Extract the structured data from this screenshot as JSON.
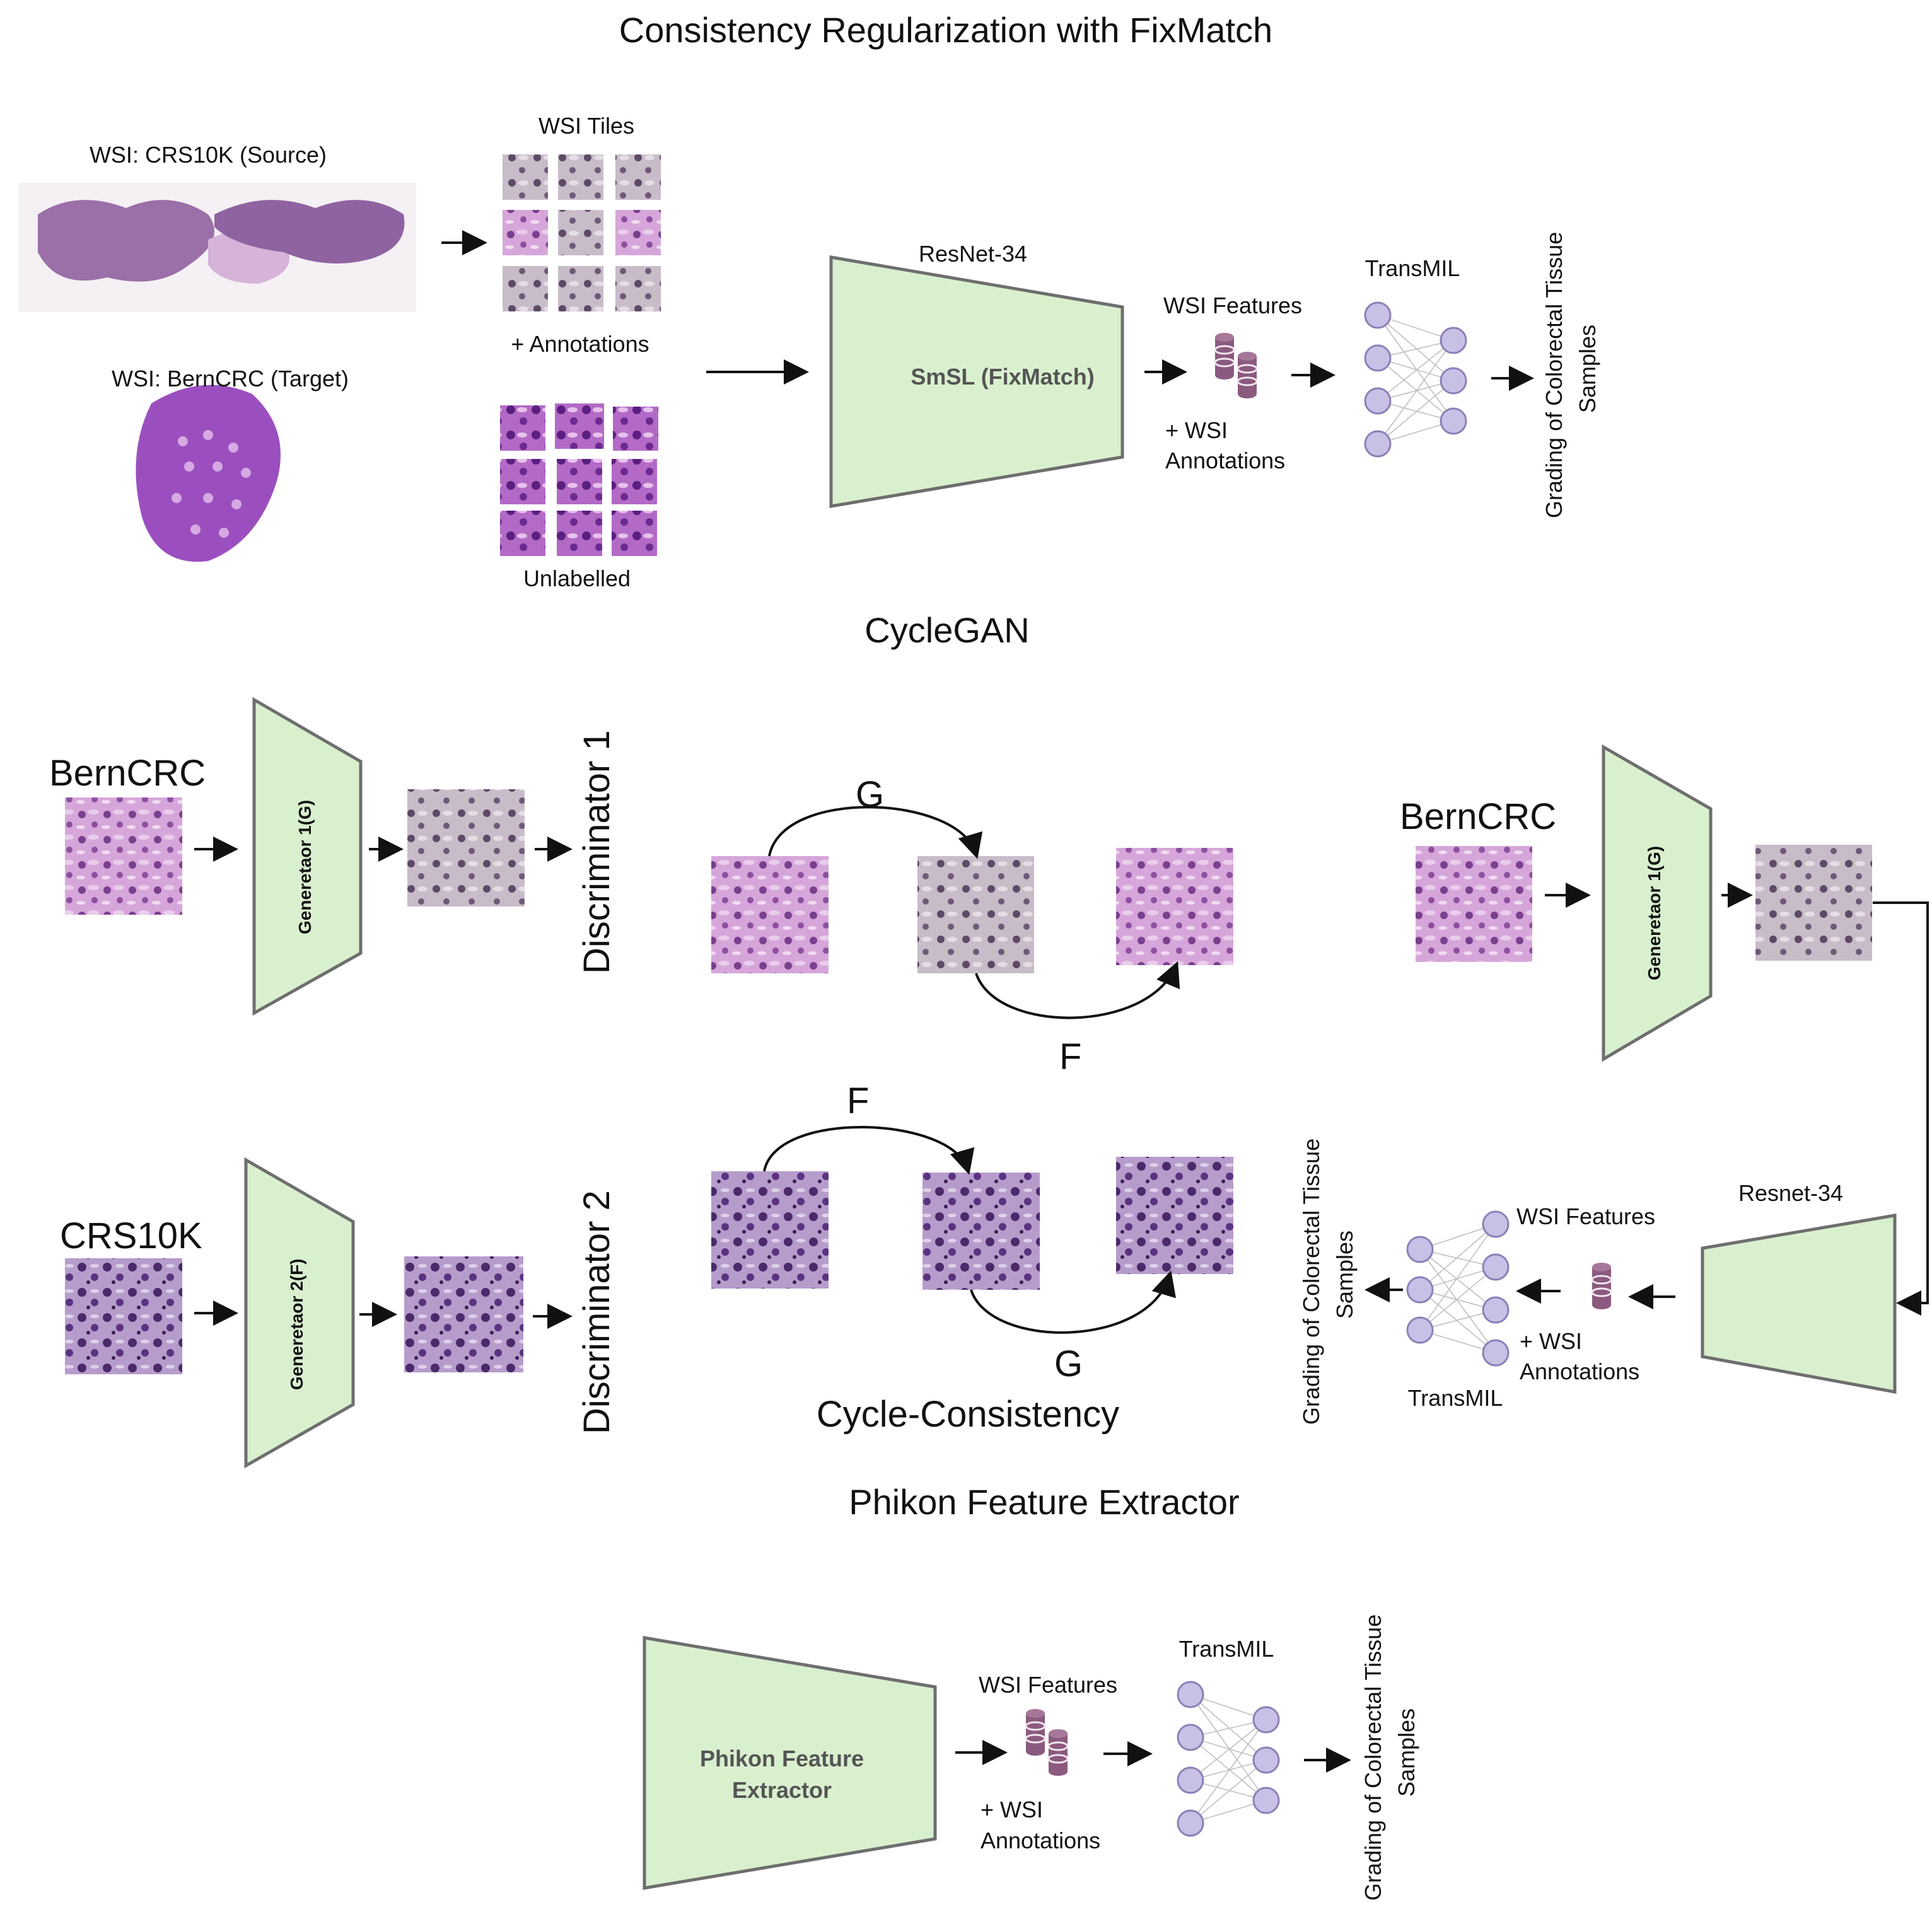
{
  "sections": {
    "fixmatch_title": "Consistency Regularization with FixMatch",
    "cyclegan_title": "CycleGAN",
    "phikon_title": "Phikon Feature Extractor"
  },
  "fixmatch": {
    "source_label": "WSI: CRS10K (Source)",
    "target_label": "WSI: BernCRC (Target)",
    "tiles_label": "WSI Tiles",
    "annotations_label": "+ Annotations",
    "unlabelled_label": "Unlabelled",
    "backbone_label": "ResNet-34",
    "model_label": "SmSL (FixMatch)",
    "features_label": "WSI Features",
    "wsi_annot_line1": "+ WSI",
    "wsi_annot_line2": "Annotations",
    "mil_label": "TransMIL",
    "output_line1": "Grading of Colorectal Tissue",
    "output_line2": "Samples"
  },
  "cyclegan": {
    "bern_label": "BernCRC",
    "crs_label": "CRS10K",
    "generator1_label": "Generetaor 1(G)",
    "generator2_label": "Generetaor 2(F)",
    "discriminator1_label": "Discriminator 1",
    "discriminator2_label": "Discriminator 2",
    "g_top": "G",
    "f_bottom": "F",
    "f_top": "F",
    "g_bottom": "G",
    "cycle_label": "Cycle-Consistency",
    "right_bern_label": "BernCRC",
    "right_generator_label": "Generetaor 1(G)",
    "resnet_label": "Resnet-34",
    "features_label": "WSI Features",
    "wsi_annot_line1": "+ WSI",
    "wsi_annot_line2": "Annotations",
    "mil_label": "TransMIL",
    "output_line1": "Grading of Colorectal Tissue",
    "output_line2": "Samples"
  },
  "phikon": {
    "model_line1": "Phikon Feature",
    "model_line2": "Extractor",
    "features_label": "WSI Features",
    "wsi_annot_line1": "+ WSI",
    "wsi_annot_line2": "Annotations",
    "mil_label": "TransMIL",
    "output_line1": "Grading of Colorectal Tissue",
    "output_line2": "Samples"
  },
  "colors": {
    "box_fill": "#d9f0cf",
    "box_stroke": "#6e6e6e",
    "neuron_fill": "#c9c0e6",
    "neuron_stroke": "#8b80b8",
    "db_fill": "#8b5a7e",
    "tissue_pink": "#c98bd0",
    "tissue_purple": "#6b3a8a"
  },
  "icons": [
    "arrow-icon",
    "database-icon",
    "neural-network-icon",
    "tissue-tile-icon"
  ]
}
